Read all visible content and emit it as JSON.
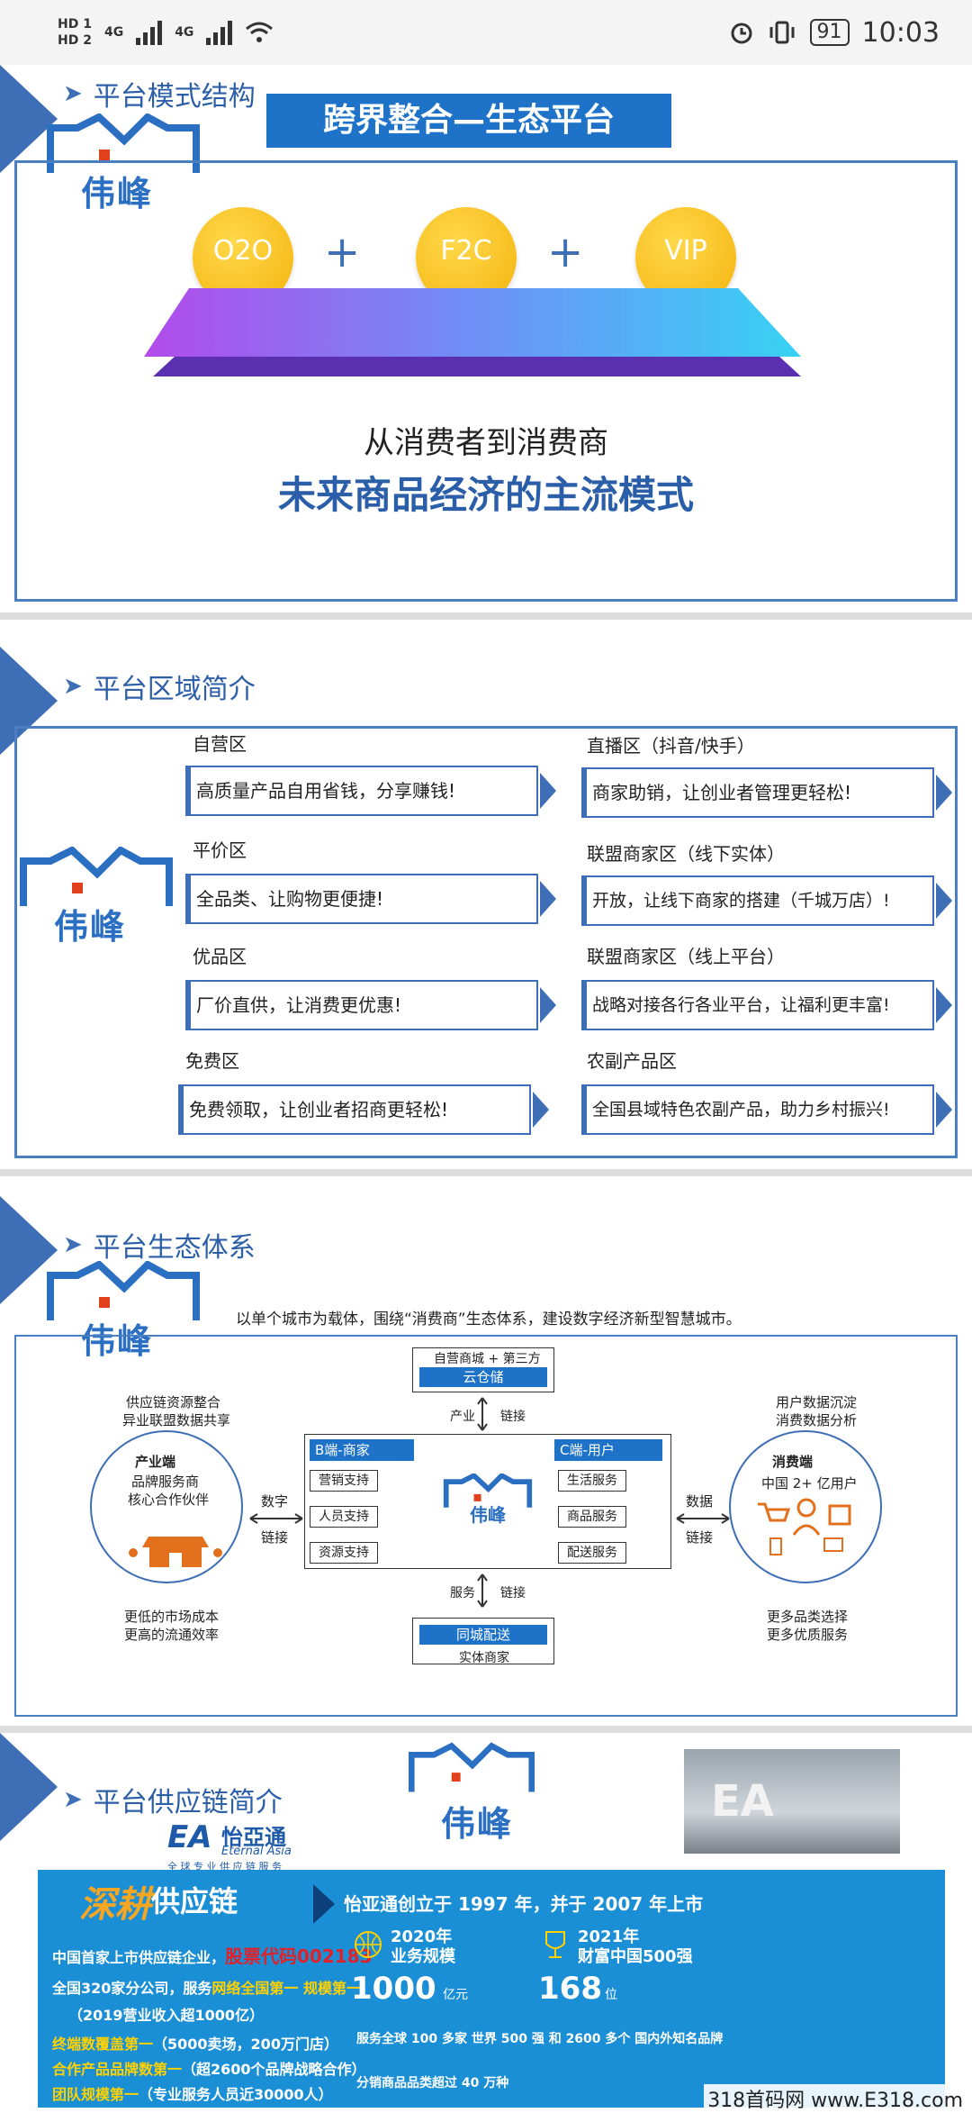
{
  "status": {
    "hd1": "HD 1",
    "hd2": "HD 2",
    "net1": "4G",
    "net2": "4G",
    "battery": "91",
    "time": "10:03"
  },
  "s1": {
    "title": "平台模式结构",
    "banner": "跨界整合—生态平台",
    "logo_text": "伟峰",
    "c1": "O2O",
    "c2": "F2C",
    "c3": "VIP",
    "plus": "+",
    "cap1": "从消费者到消费商",
    "cap2": "未来商品经济的主流模式"
  },
  "s2": {
    "title": "平台区域简介",
    "logo_text": "伟峰",
    "left": [
      {
        "label": "自营区",
        "text": "高质量产品自用省钱，分享赚钱!"
      },
      {
        "label": "平价区",
        "text": "全品类、让购物更便捷!"
      },
      {
        "label": "优品区",
        "text": "厂价直供，让消费更优惠!"
      },
      {
        "label": "免费区",
        "text": "免费领取，让创业者招商更轻松!"
      }
    ],
    "right": [
      {
        "label": "直播区（抖音/快手）",
        "text": "商家助销，让创业者管理更轻松!"
      },
      {
        "label": "联盟商家区（线下实体）",
        "text": "开放，让线下商家的搭建（千城万店）!"
      },
      {
        "label": "联盟商家区（线上平台）",
        "text": "战略对接各行各业平台，让福利更丰富!"
      },
      {
        "label": "农副产品区",
        "text": "全国县域特色农副产品，助力乡村振兴!"
      }
    ]
  },
  "s3": {
    "title": "平台生态体系",
    "logo_text": "伟峰",
    "intro": "以单个城市为载体，围绕“消费商”生态体系，建设数字经济新型智慧城市。",
    "top_box": {
      "head": "自营商城 + 第三方",
      "bar": "云仓储"
    },
    "top_links": [
      "产业",
      "链接"
    ],
    "b_head": "B端-商家",
    "b_items": [
      "营销支持",
      "人员支持",
      "资源支持"
    ],
    "c_head": "C端-用户",
    "c_items": [
      "生活服务",
      "商品服务",
      "配送服务"
    ],
    "center_logo": "伟峰",
    "left_links": [
      "数字",
      "链接"
    ],
    "right_links": [
      "数据",
      "链接"
    ],
    "bottom_links": [
      "服务",
      "链接"
    ],
    "bottom_box": {
      "bar": "同城配送",
      "foot": "实体商家"
    },
    "left_ring": {
      "title": "产业端",
      "l1": "品牌服务商",
      "l2": "核心合作伙伴"
    },
    "right_ring": {
      "title": "消费端",
      "l1": "中国 2+ 亿用户"
    },
    "left_top": [
      "供应链资源整合",
      "异业联盟数据共享"
    ],
    "left_bottom": [
      "更低的市场成本",
      "更高的流通效率"
    ],
    "right_top": [
      "用户数据沉淀",
      "消费数据分析"
    ],
    "right_bottom": [
      "更多品类选择",
      "更多优质服务"
    ]
  },
  "s4": {
    "title": "平台供应链简介",
    "logo_text": "伟峰",
    "ea_name": "怡亞通",
    "ea_en": "Eternal Asia",
    "ea_slogan": "全 球 专 业 供 应 链 服 务",
    "brand_script": "深耕",
    "brand": "供应链",
    "headline": "怡亚通创立于 1997 年，并于 2007 年上市",
    "l1a": "中国首家上市供应链企业，",
    "l1b": "股票代码002183",
    "l2a": "全国320家分公司，服务",
    "l2b": "网络全国第一 规模第一",
    "l3": "（2019营业收入超1000亿）",
    "l4a": "终端数覆盖第一",
    "l4b": "（5000卖场，200万门店）",
    "l5a": "合作产品品牌数第一",
    "l5b": "（超2600个品牌战略合作）",
    "l6a": "团队规模第一",
    "l6b": "（专业服务人员近30000人）",
    "k1a": "2020年",
    "k1b": "业务规模",
    "k1v": "1000",
    "k1u": "亿元",
    "k2a": "2021年",
    "k2b": "财富中国500强",
    "k2v": "168",
    "k2u": "位",
    "b1": "服务全球 100 多家 世界 500 强 和 2600 多个 国内外知名品牌",
    "b2": "分销商品品类超过 40 万种"
  },
  "watermark": "318首码网 www.E318.com"
}
